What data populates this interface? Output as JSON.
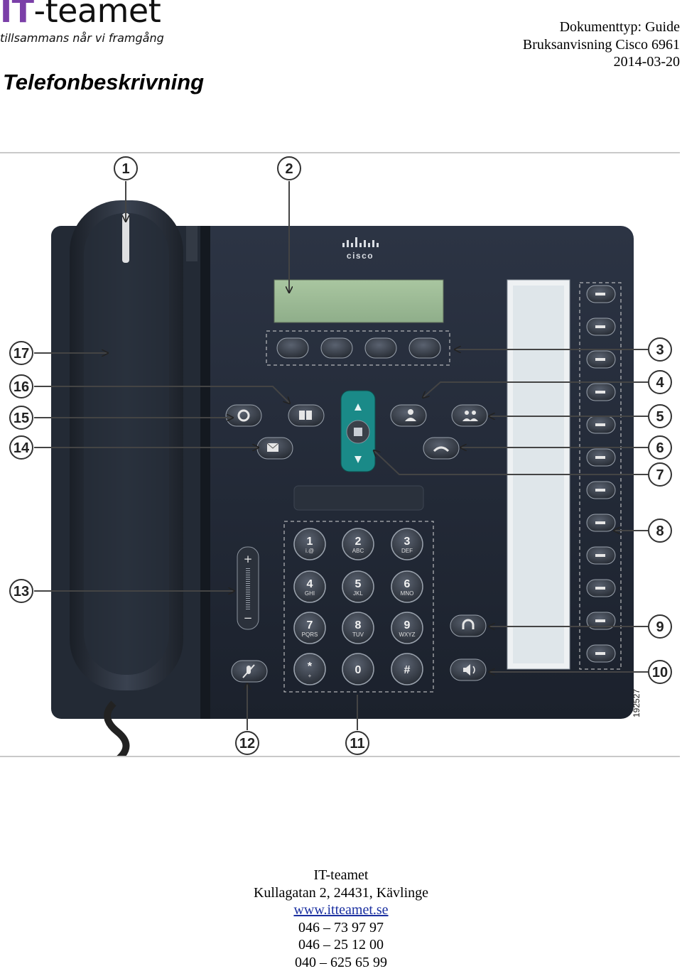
{
  "logo": {
    "it": "IT",
    "rest": "-teamet",
    "tagline": "tillsammans når vi framgång"
  },
  "meta": {
    "doc_type": "Dokumenttyp: Guide",
    "manual": "Bruksanvisning Cisco 6961",
    "date": "2014-03-20"
  },
  "title": "Telefonbeskrivning",
  "figure": {
    "brand": "cisco",
    "figure_id": "192527",
    "callouts": [
      "1",
      "2",
      "3",
      "4",
      "5",
      "6",
      "7",
      "8",
      "9",
      "10",
      "11",
      "12",
      "13",
      "14",
      "15",
      "16",
      "17"
    ],
    "keys": [
      {
        "digit": "1",
        "letters": "i.@"
      },
      {
        "digit": "2",
        "letters": "ABC"
      },
      {
        "digit": "3",
        "letters": "DEF"
      },
      {
        "digit": "4",
        "letters": "GHI"
      },
      {
        "digit": "5",
        "letters": "JKL"
      },
      {
        "digit": "6",
        "letters": "MNO"
      },
      {
        "digit": "7",
        "letters": "PQRS"
      },
      {
        "digit": "8",
        "letters": "TUV"
      },
      {
        "digit": "9",
        "letters": "WXYZ"
      },
      {
        "digit": "*",
        "letters": "+"
      },
      {
        "digit": "0",
        "letters": ""
      },
      {
        "digit": "#",
        "letters": ""
      }
    ],
    "volume_plus": "+",
    "volume_minus": "−"
  },
  "footer": {
    "company": "IT-teamet",
    "address": "Kullagatan 2, 24431, Kävlinge",
    "website": "www.itteamet.se",
    "phone1": "046 – 73 97 97",
    "phone2": "046 – 25 12 00",
    "phone3": "040 – 625 65 99"
  }
}
